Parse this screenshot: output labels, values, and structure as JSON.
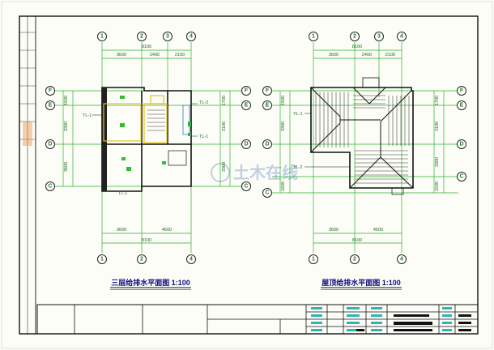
{
  "left_plan": {
    "title": "三层给排水平面图 1:100",
    "axes_top": [
      "1",
      "2",
      "3",
      "4"
    ],
    "axes_bottom": [
      "1",
      "2",
      "4"
    ],
    "axes_left": [
      "F",
      "E",
      "D",
      "C"
    ],
    "axes_right": [
      "F",
      "E",
      "D",
      "C"
    ],
    "dims_top_total": "8100",
    "dims_top_parts": [
      "3600",
      "2400",
      "2100"
    ],
    "dims_bottom_total": "8100",
    "dims_bottom_parts": [
      "3600",
      "4500"
    ],
    "dims_left": [
      "1500",
      "3300",
      "3600"
    ],
    "dims_right": [
      "1700",
      "3100",
      "3300"
    ],
    "pipe_labels": [
      "TL-1",
      "TL-2",
      "TL-1",
      "TL-1"
    ]
  },
  "right_plan": {
    "title": "屋顶给排水平面图 1:100",
    "axes_top": [
      "1",
      "2",
      "3",
      "4"
    ],
    "axes_bottom": [
      "1",
      "2",
      "4"
    ],
    "axes_left": [
      "F",
      "E",
      "D",
      "C"
    ],
    "axes_right": [
      "F",
      "E",
      "D",
      "C"
    ],
    "dims_top_total": "8100",
    "dims_top_parts": [
      "3600",
      "2400",
      "2100"
    ],
    "dims_bottom_total": "8100",
    "dims_bottom_parts": [
      "3600",
      "4500"
    ],
    "dims_left": [
      "1500",
      "3300",
      "1600"
    ],
    "dims_right": [
      "1700",
      "3100",
      "3300",
      "1500"
    ],
    "pipe_labels": [
      "YL-1",
      "YL-2"
    ]
  },
  "watermark": "土木在线",
  "colors": {
    "dimension": "#2bb12b",
    "wall": "#111111",
    "highlight": "#e4c21a",
    "title": "#0a0a80",
    "titleblock_cell": "#2db5b5"
  }
}
